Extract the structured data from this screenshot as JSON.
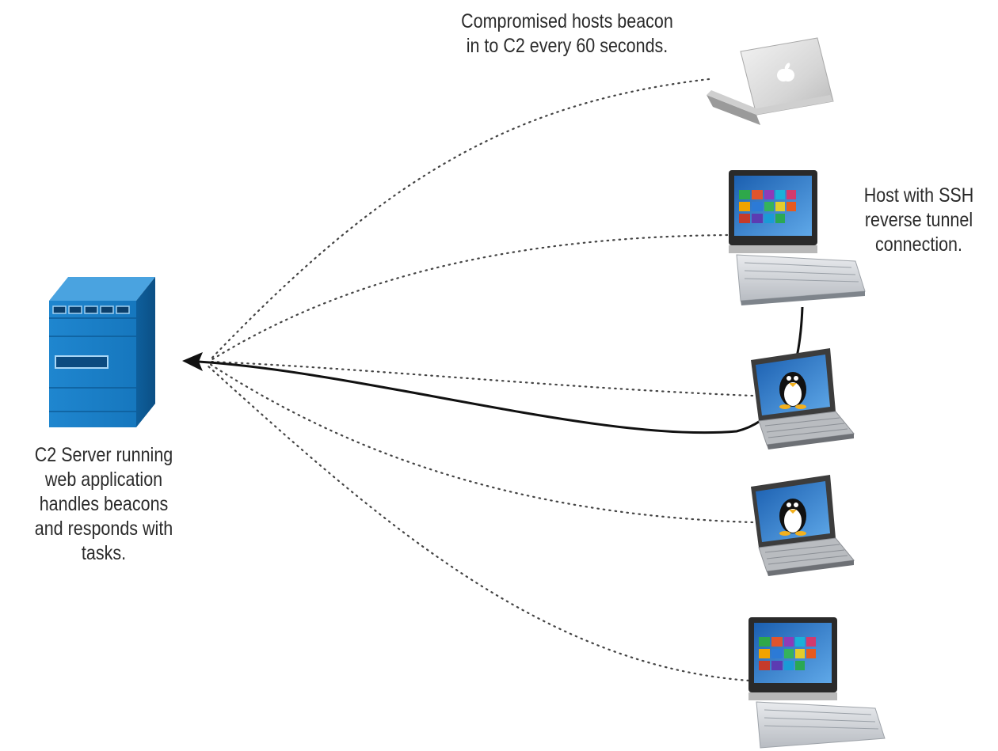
{
  "title": "",
  "labels": {
    "beacon_note": [
      "Compromised hosts beacon",
      "in to C2 every 60 seconds."
    ],
    "ssh_note": [
      "Host with SSH",
      "reverse tunnel",
      "connection."
    ],
    "server_note": [
      "C2 Server running",
      "web application",
      "handles beacons",
      "and responds with",
      "tasks."
    ]
  },
  "nodes": {
    "server": {
      "kind": "server",
      "icon": "server-tower-icon",
      "color": "#1a7fc4"
    },
    "hosts": [
      {
        "id": "host-macbook",
        "icon": "macbook-laptop-icon",
        "os": "apple"
      },
      {
        "id": "host-windows-tablet-1",
        "icon": "windows-tablet-laptop-icon",
        "os": "windows",
        "ssh_tunnel": true
      },
      {
        "id": "host-linux-1",
        "icon": "linux-laptop-icon",
        "os": "linux"
      },
      {
        "id": "host-linux-2",
        "icon": "linux-laptop-icon",
        "os": "linux"
      },
      {
        "id": "host-windows-tablet-2",
        "icon": "windows-tablet-laptop-icon",
        "os": "windows"
      }
    ]
  },
  "edges": [
    {
      "from": "host-macbook",
      "to": "server",
      "style": "dotted",
      "meaning": "beacon"
    },
    {
      "from": "host-windows-tablet-1",
      "to": "server",
      "style": "dotted",
      "meaning": "beacon"
    },
    {
      "from": "host-linux-1",
      "to": "server",
      "style": "dotted",
      "meaning": "beacon"
    },
    {
      "from": "host-linux-2",
      "to": "server",
      "style": "dotted",
      "meaning": "beacon"
    },
    {
      "from": "host-windows-tablet-2",
      "to": "server",
      "style": "dotted",
      "meaning": "beacon"
    },
    {
      "from": "host-windows-tablet-1",
      "to": "server",
      "style": "solid-arrow",
      "meaning": "ssh-reverse-tunnel"
    }
  ]
}
